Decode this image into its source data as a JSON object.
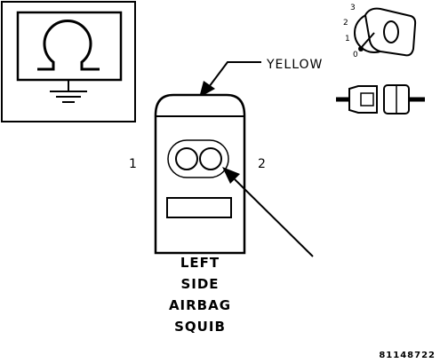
{
  "diagram": {
    "wire_color_label": "YELLOW",
    "pin_labels": [
      "1",
      "2"
    ],
    "component_title_lines": [
      "LEFT",
      "SIDE",
      "AIRBAG",
      "SQUIB"
    ],
    "ignition_positions": [
      "3",
      "2",
      "1",
      "0"
    ],
    "figure_id": "81148722"
  },
  "icons": {
    "meter": "ohmmeter-icon",
    "ignition": "ignition-key-icon",
    "connector": "disconnected-connector-icon"
  }
}
